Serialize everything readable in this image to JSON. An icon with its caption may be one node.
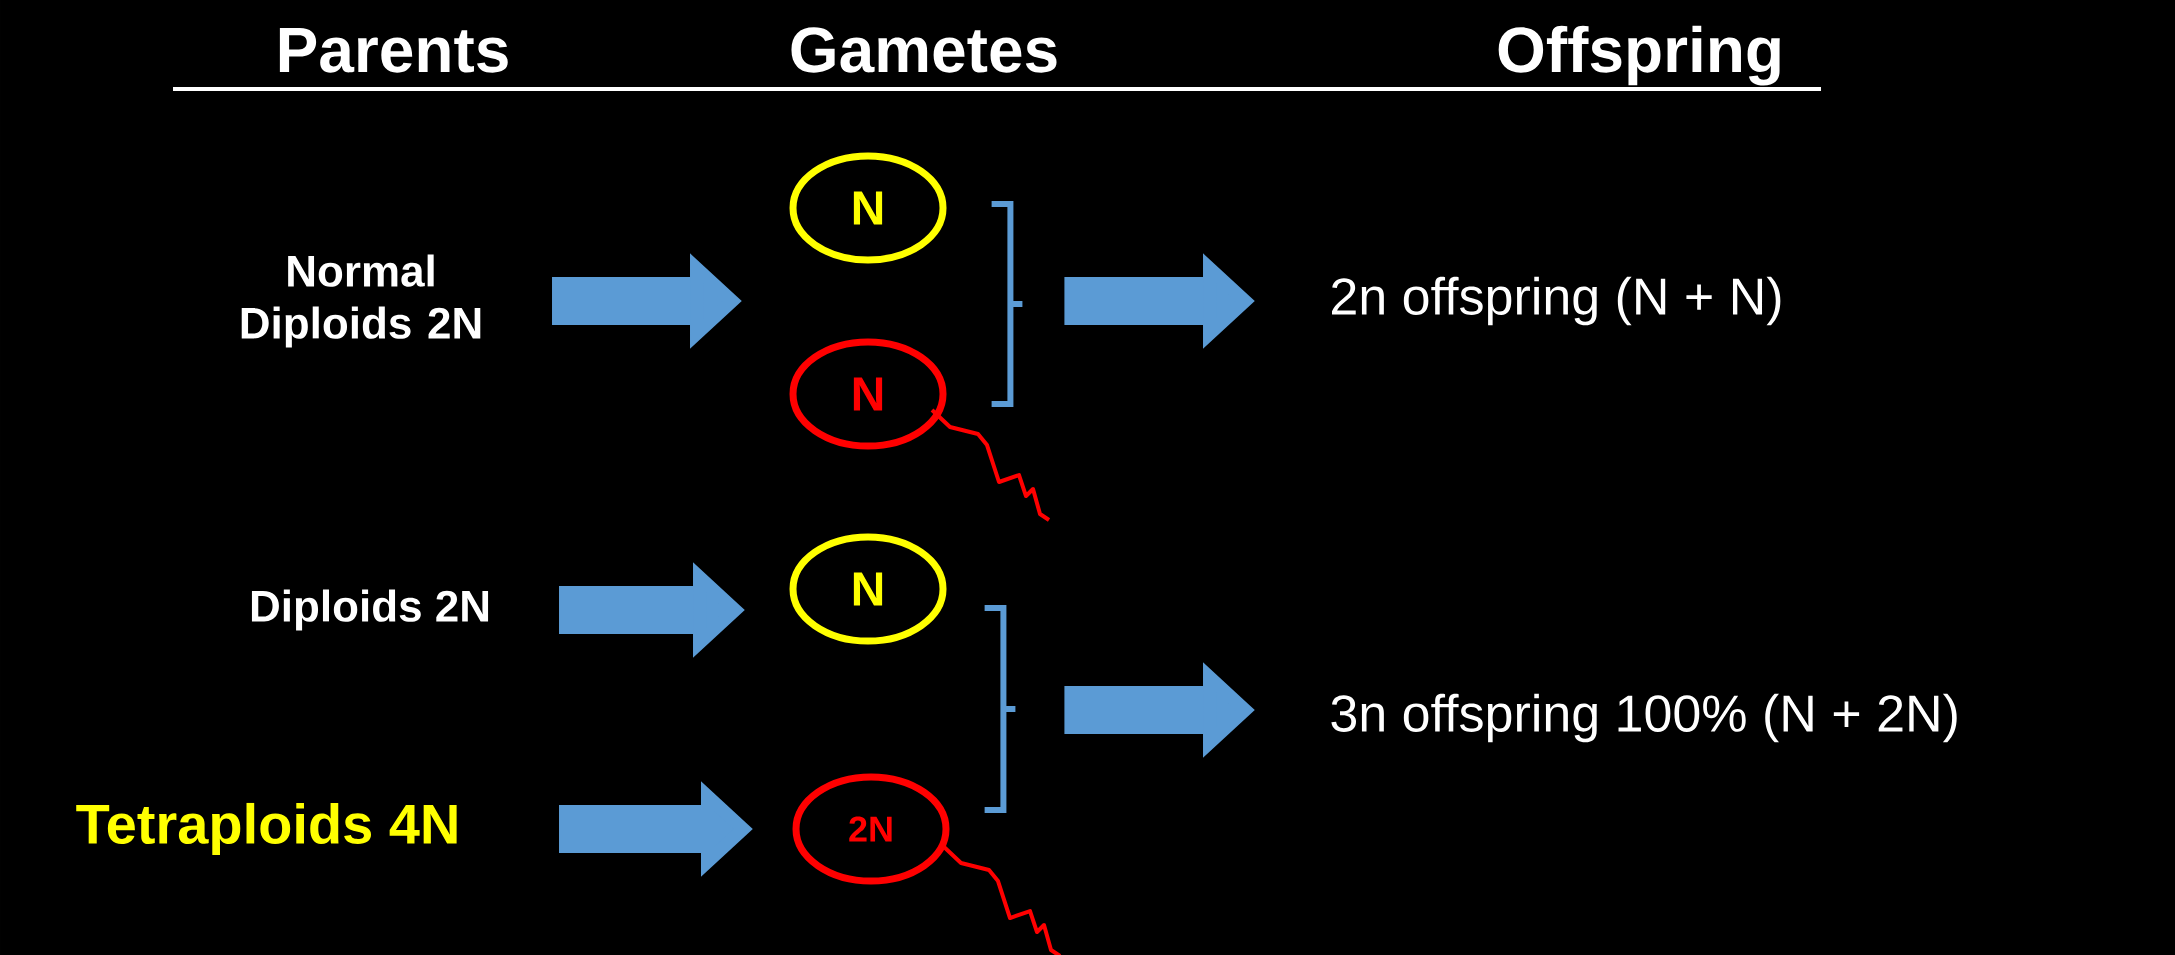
{
  "diagram": {
    "nodes": [
      {
        "text": [
          "Normal Diploids 2N"
        ]
      },
      {
        "text": [
          "N"
        ]
      },
      {
        "text": [
          "N"
        ]
      },
      {
        "text": [],
        "shape": "bracket"
      },
      {
        "text": [
          "2n offspring  (N + N)"
        ]
      },
      {
        "text": [
          "Diploids 2N"
        ]
      },
      {
        "text": [
          "Tetraploids 4N"
        ]
      },
      {
        "text": [
          "N"
        ]
      },
      {
        "text": [
          "2N"
        ]
      },
      {
        "text": [],
        "shape": "bracket"
      },
      {
        "text": [
          "3n offspring  100% (N + 2N)"
        ]
      }
    ],
    "edges": [
      {
        "from": 0,
        "to": 1,
        "arrow": "to"
      },
      {
        "from": 0,
        "to": 2,
        "arrow": "to"
      },
      {
        "from": 3,
        "to": 4,
        "arrow": "to"
      },
      {
        "from": 5,
        "to": 7,
        "arrow": "to"
      },
      {
        "from": 6,
        "to": 8,
        "arrow": "to"
      },
      {
        "from": 9,
        "to": 10,
        "arrow": "to"
      }
    ],
    "labels": [
      "Parents",
      "Gametes",
      "Offspring"
    ]
  }
}
